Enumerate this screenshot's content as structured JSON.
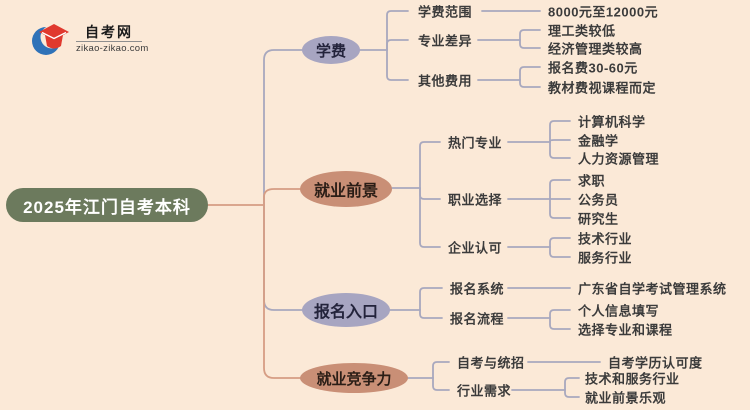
{
  "logo": {
    "title": "自考网",
    "url": "zikao-zikao.com",
    "icon": "graduation-cap-with-blue-crescent"
  },
  "root": {
    "label": "2025年江门自考本科"
  },
  "branches": [
    {
      "label": "学费",
      "color": "#a7a5c1",
      "children": [
        {
          "label": "学费范围",
          "leaves": [
            "8000元至12000元"
          ]
        },
        {
          "label": "专业差异",
          "leaves": [
            "理工类较低",
            "经济管理类较高"
          ]
        },
        {
          "label": "其他费用",
          "leaves": [
            "报名费30-60元",
            "教材费视课程而定"
          ]
        }
      ]
    },
    {
      "label": "就业前景",
      "color": "#c98f76",
      "children": [
        {
          "label": "热门专业",
          "leaves": [
            "计算机科学",
            "金融学",
            "人力资源管理"
          ]
        },
        {
          "label": "职业选择",
          "leaves": [
            "求职",
            "公务员",
            "研究生"
          ]
        },
        {
          "label": "企业认可",
          "leaves": [
            "技术行业",
            "服务行业"
          ]
        }
      ]
    },
    {
      "label": "报名入口",
      "color": "#a7a5c1",
      "children": [
        {
          "label": "报名系统",
          "leaves": [
            "广东省自学考试管理系统"
          ]
        },
        {
          "label": "报名流程",
          "leaves": [
            "个人信息填写",
            "选择专业和课程"
          ]
        }
      ]
    },
    {
      "label": "就业竞争力",
      "color": "#c98f76",
      "children": [
        {
          "label": "自考与统招",
          "leaves": [
            "自考学历认可度"
          ]
        },
        {
          "label": "行业需求",
          "leaves": [
            "技术和服务行业",
            "就业前景乐观"
          ]
        }
      ]
    }
  ],
  "colors": {
    "background": "#fbe9d7",
    "root_node": "#6c7a5d",
    "root_text": "#ffffff",
    "lavender_node": "#a7a5c1",
    "terracotta_node": "#c98f76",
    "gray_line": "#a8a8be",
    "terracotta_line": "#d69d84",
    "label_text": "#3b3b3b",
    "logo_blue": "#2f72b8",
    "logo_red": "#e0392e"
  }
}
